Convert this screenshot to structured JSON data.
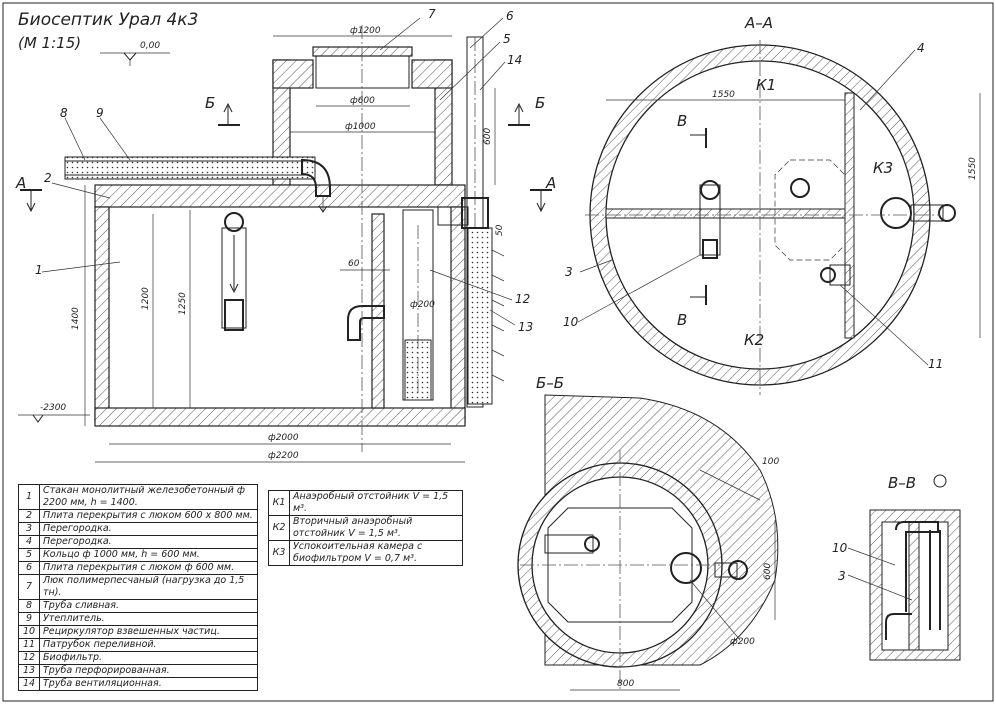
{
  "title": "Биосептик Урал 4к3",
  "scale": "(М 1:15)",
  "level_top": "0,00",
  "level_bottom": "-2300",
  "sections": {
    "aa": "А–А",
    "bb": "Б–Б",
    "vv": "В–В",
    "mark_a": "А",
    "mark_b": "Б",
    "mark_v": "В"
  },
  "callouts": [
    "1",
    "2",
    "3",
    "4",
    "5",
    "6",
    "7",
    "8",
    "9",
    "10",
    "11",
    "12",
    "13",
    "14"
  ],
  "dims": {
    "d1200": "ф1200",
    "d600": "ф600",
    "d1000": "ф1000",
    "d2000": "ф2000",
    "d2200": "ф2200",
    "h1400": "1400",
    "h1200": "1200",
    "h1250": "1250",
    "h600": "600",
    "w60": "60",
    "d200": "ф200",
    "h50": "50",
    "aa_w1550": "1550",
    "aa_h1550": "1550",
    "bb_100": "100",
    "bb_600": "600",
    "bb_800": "800",
    "bb_d200": "ф200"
  },
  "chambers": {
    "k1": "К1",
    "k2": "К2",
    "k3": "К3"
  },
  "legend": [
    {
      "n": "1",
      "text": "Стакан монолитный железобетонный ф 2200 мм, h = 1400."
    },
    {
      "n": "2",
      "text": "Плита перекрытия с люком 600 х 800 мм."
    },
    {
      "n": "3",
      "text": "Перегородка."
    },
    {
      "n": "4",
      "text": "Перегородка."
    },
    {
      "n": "5",
      "text": "Кольцо ф 1000 мм, h = 600 мм."
    },
    {
      "n": "6",
      "text": "Плита перекрытия с люком ф 600 мм."
    },
    {
      "n": "7",
      "text": "Люк полимерпесчаный (нагрузка до 1,5 тн)."
    },
    {
      "n": "8",
      "text": "Труба сливная."
    },
    {
      "n": "9",
      "text": "Утеплитель."
    },
    {
      "n": "10",
      "text": "Рециркулятор взвешенных частиц."
    },
    {
      "n": "11",
      "text": "Патрубок переливной."
    },
    {
      "n": "12",
      "text": "Биофильтр."
    },
    {
      "n": "13",
      "text": "Труба перфорированная."
    },
    {
      "n": "14",
      "text": "Труба вентиляционная."
    }
  ],
  "volumes": [
    {
      "k": "К1",
      "text": "Анаэробный отстойник V = 1,5 м³."
    },
    {
      "k": "К2",
      "text": "Вторичный анаэробный отстойник V = 1,5 м³."
    },
    {
      "k": "К3",
      "text": "Успокоительная камера с биофильтром V = 0,7 м³."
    }
  ]
}
